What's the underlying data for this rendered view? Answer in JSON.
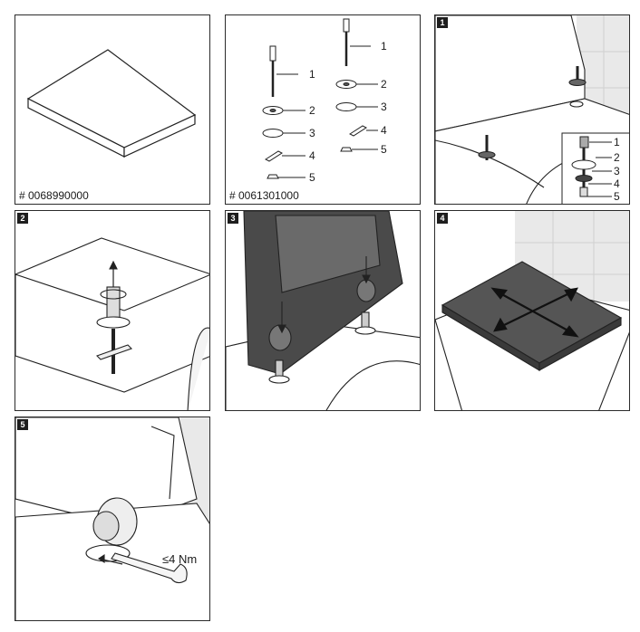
{
  "panels": {
    "seat": {
      "code": "# 0068990000"
    },
    "parts": {
      "code": "# 0061301000",
      "left_labels": [
        "1",
        "2",
        "3",
        "4",
        "5"
      ],
      "right_labels": [
        "1",
        "2",
        "3",
        "4",
        "5"
      ]
    },
    "step1": {
      "number": "1",
      "inset_labels": [
        "1",
        "2",
        "3",
        "4",
        "5"
      ]
    },
    "step2": {
      "number": "2"
    },
    "step3": {
      "number": "3"
    },
    "step4": {
      "number": "4"
    },
    "step5": {
      "number": "5",
      "torque": "≤4 Nm"
    }
  }
}
